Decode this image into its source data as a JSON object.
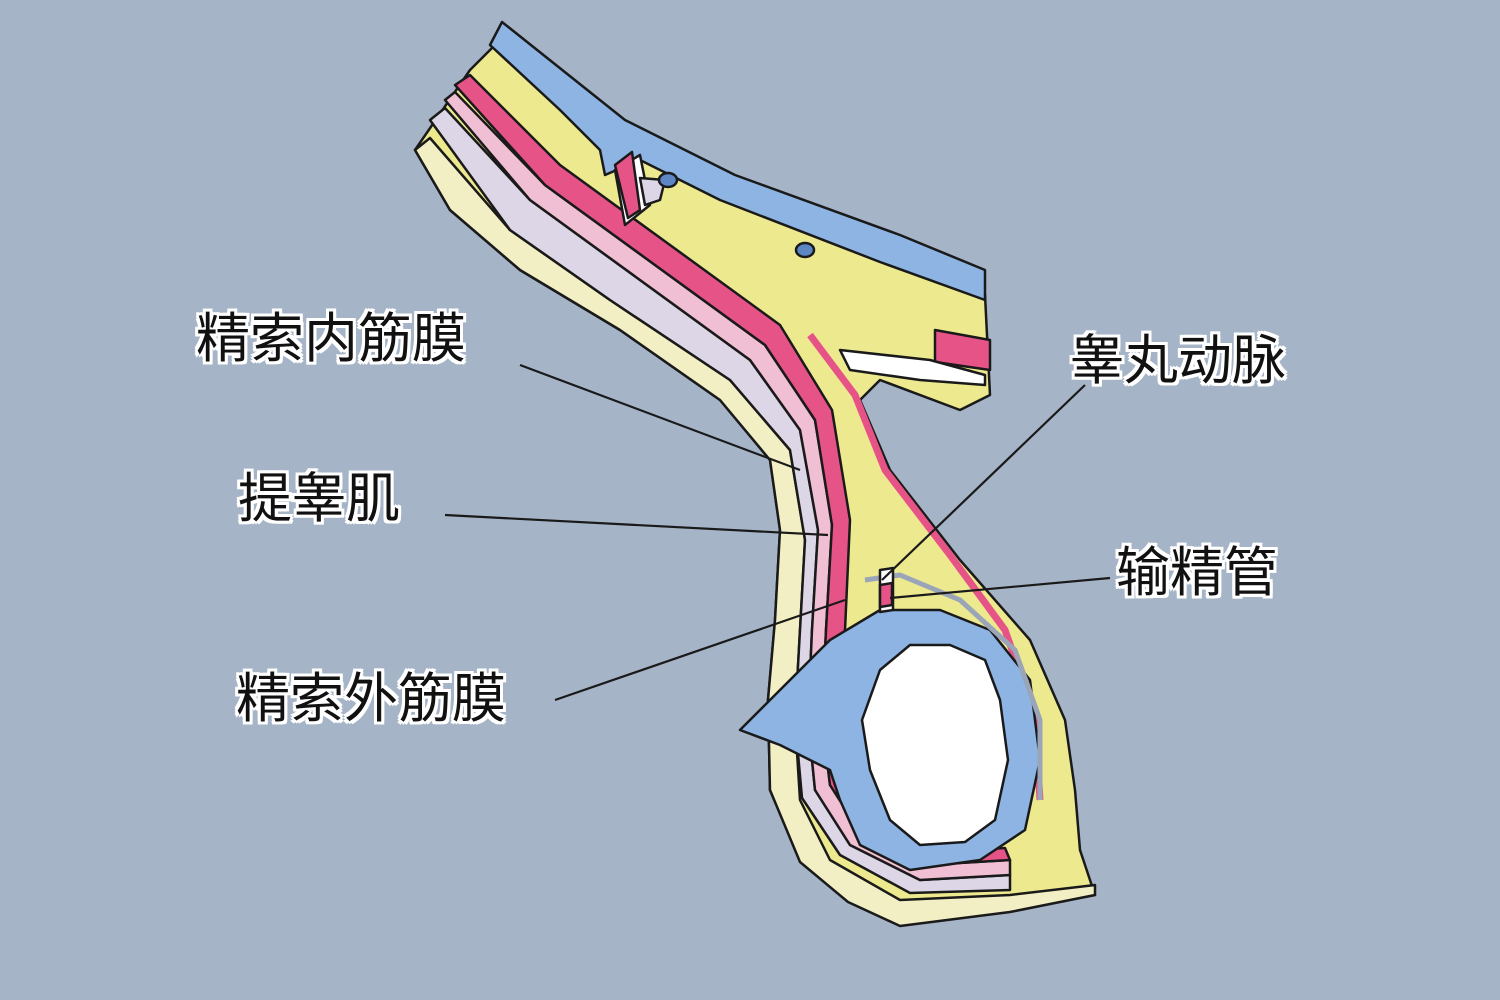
{
  "labels": {
    "internal_spermatic_fascia": "精索内筋膜",
    "cremaster": "提睾肌",
    "external_spermatic_fascia": "精索外筋膜",
    "testicular_artery": "睾丸动脉",
    "vas_deferens": "输精管"
  },
  "colors": {
    "background": "#a5b4c7",
    "yellow_layer": "#ede98f",
    "pink_layer": "#e65487",
    "light_pink_layer": "#f0bfd3",
    "lavender_layer": "#ddd6e6",
    "cream_layer": "#f3efc4",
    "blue_layer": "#8db4e3",
    "testis": "#ffffff",
    "outline": "#1a1a1a",
    "leader_line": "#1a1a1a"
  }
}
